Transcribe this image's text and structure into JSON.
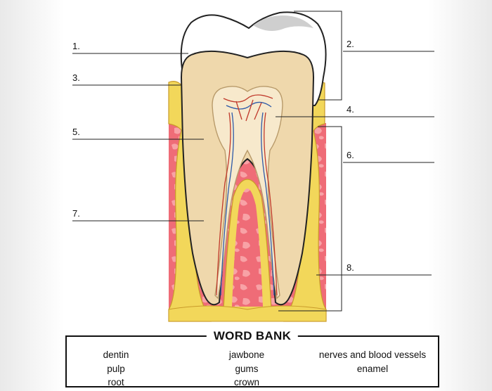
{
  "labels": [
    "1.",
    "2.",
    "3.",
    "4.",
    "5.",
    "6.",
    "7.",
    "8."
  ],
  "word_bank": {
    "title": "WORD BANK",
    "columns": [
      [
        "dentin",
        "pulp",
        "root"
      ],
      [
        "jawbone",
        "gums",
        "crown"
      ],
      [
        "nerves and blood vessels",
        "enamel"
      ]
    ]
  },
  "colors": {
    "gum": "#f2d75a",
    "bone": "#ef6c77",
    "dentin": "#efd8ac",
    "pulp": "#f7e9cc",
    "enamel": "#ffffff",
    "nerve": "#c0392b",
    "vessel": "#2e5aa8"
  }
}
